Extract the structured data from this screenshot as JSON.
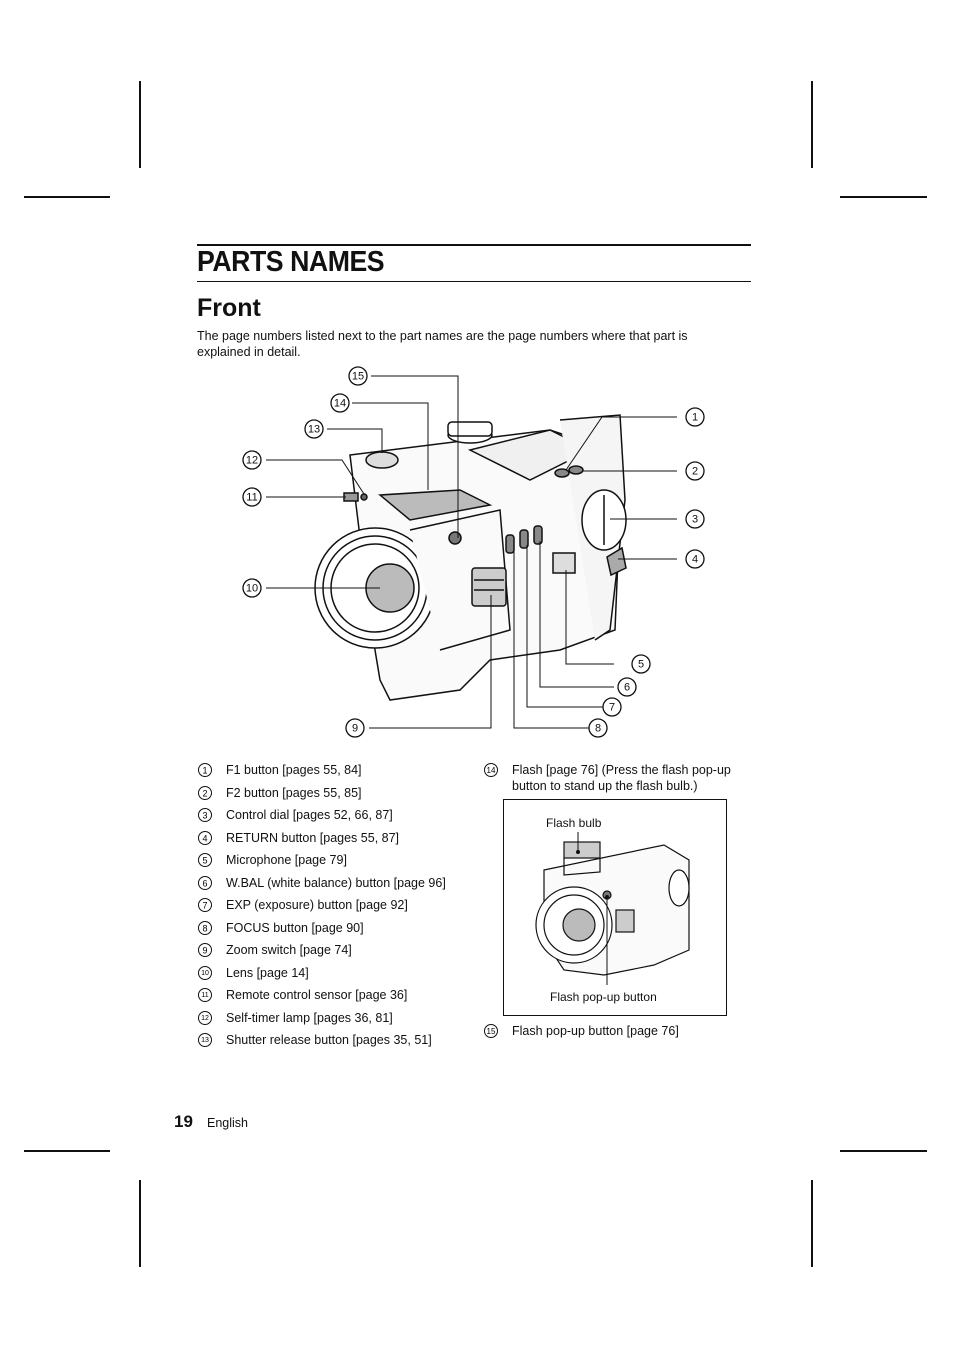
{
  "page": {
    "title": "PARTS NAMES",
    "section": "Front",
    "intro": "The page numbers listed next to the part names are the page numbers where that part is explained in detail.",
    "page_number": "19",
    "language": "English"
  },
  "callout_numbers": [
    "1",
    "2",
    "3",
    "4",
    "5",
    "6",
    "7",
    "8",
    "9",
    "10",
    "11",
    "12",
    "13",
    "14",
    "15"
  ],
  "parts_left": [
    {
      "num": "1",
      "label": "F1 button [pages 55, 84]"
    },
    {
      "num": "2",
      "label": "F2 button [pages 55, 85]"
    },
    {
      "num": "3",
      "label": "Control dial [pages 52, 66, 87]"
    },
    {
      "num": "4",
      "label": "RETURN button [pages 55, 87]"
    },
    {
      "num": "5",
      "label": "Microphone [page 79]"
    },
    {
      "num": "6",
      "label": "W.BAL (white balance) button [page 96]"
    },
    {
      "num": "7",
      "label": "EXP (exposure) button [page 92]"
    },
    {
      "num": "8",
      "label": "FOCUS button [page 90]"
    },
    {
      "num": "9",
      "label": "Zoom switch [page 74]"
    },
    {
      "num": "10",
      "label": "Lens [page 14]"
    },
    {
      "num": "11",
      "label": "Remote control sensor [page 36]"
    },
    {
      "num": "12",
      "label": "Self-timer lamp [pages 36, 81]"
    },
    {
      "num": "13",
      "label": "Shutter release button [pages 35, 51]"
    }
  ],
  "parts_right": [
    {
      "num": "14",
      "label_line1": "Flash [page 76] (Press the flash pop-up",
      "label_line2": "button to stand up the flash bulb.)"
    },
    {
      "num": "15",
      "label_line1": "Flash pop-up button [page 76]"
    }
  ],
  "inset": {
    "label_top": "Flash bulb",
    "label_bottom": "Flash pop-up button"
  }
}
